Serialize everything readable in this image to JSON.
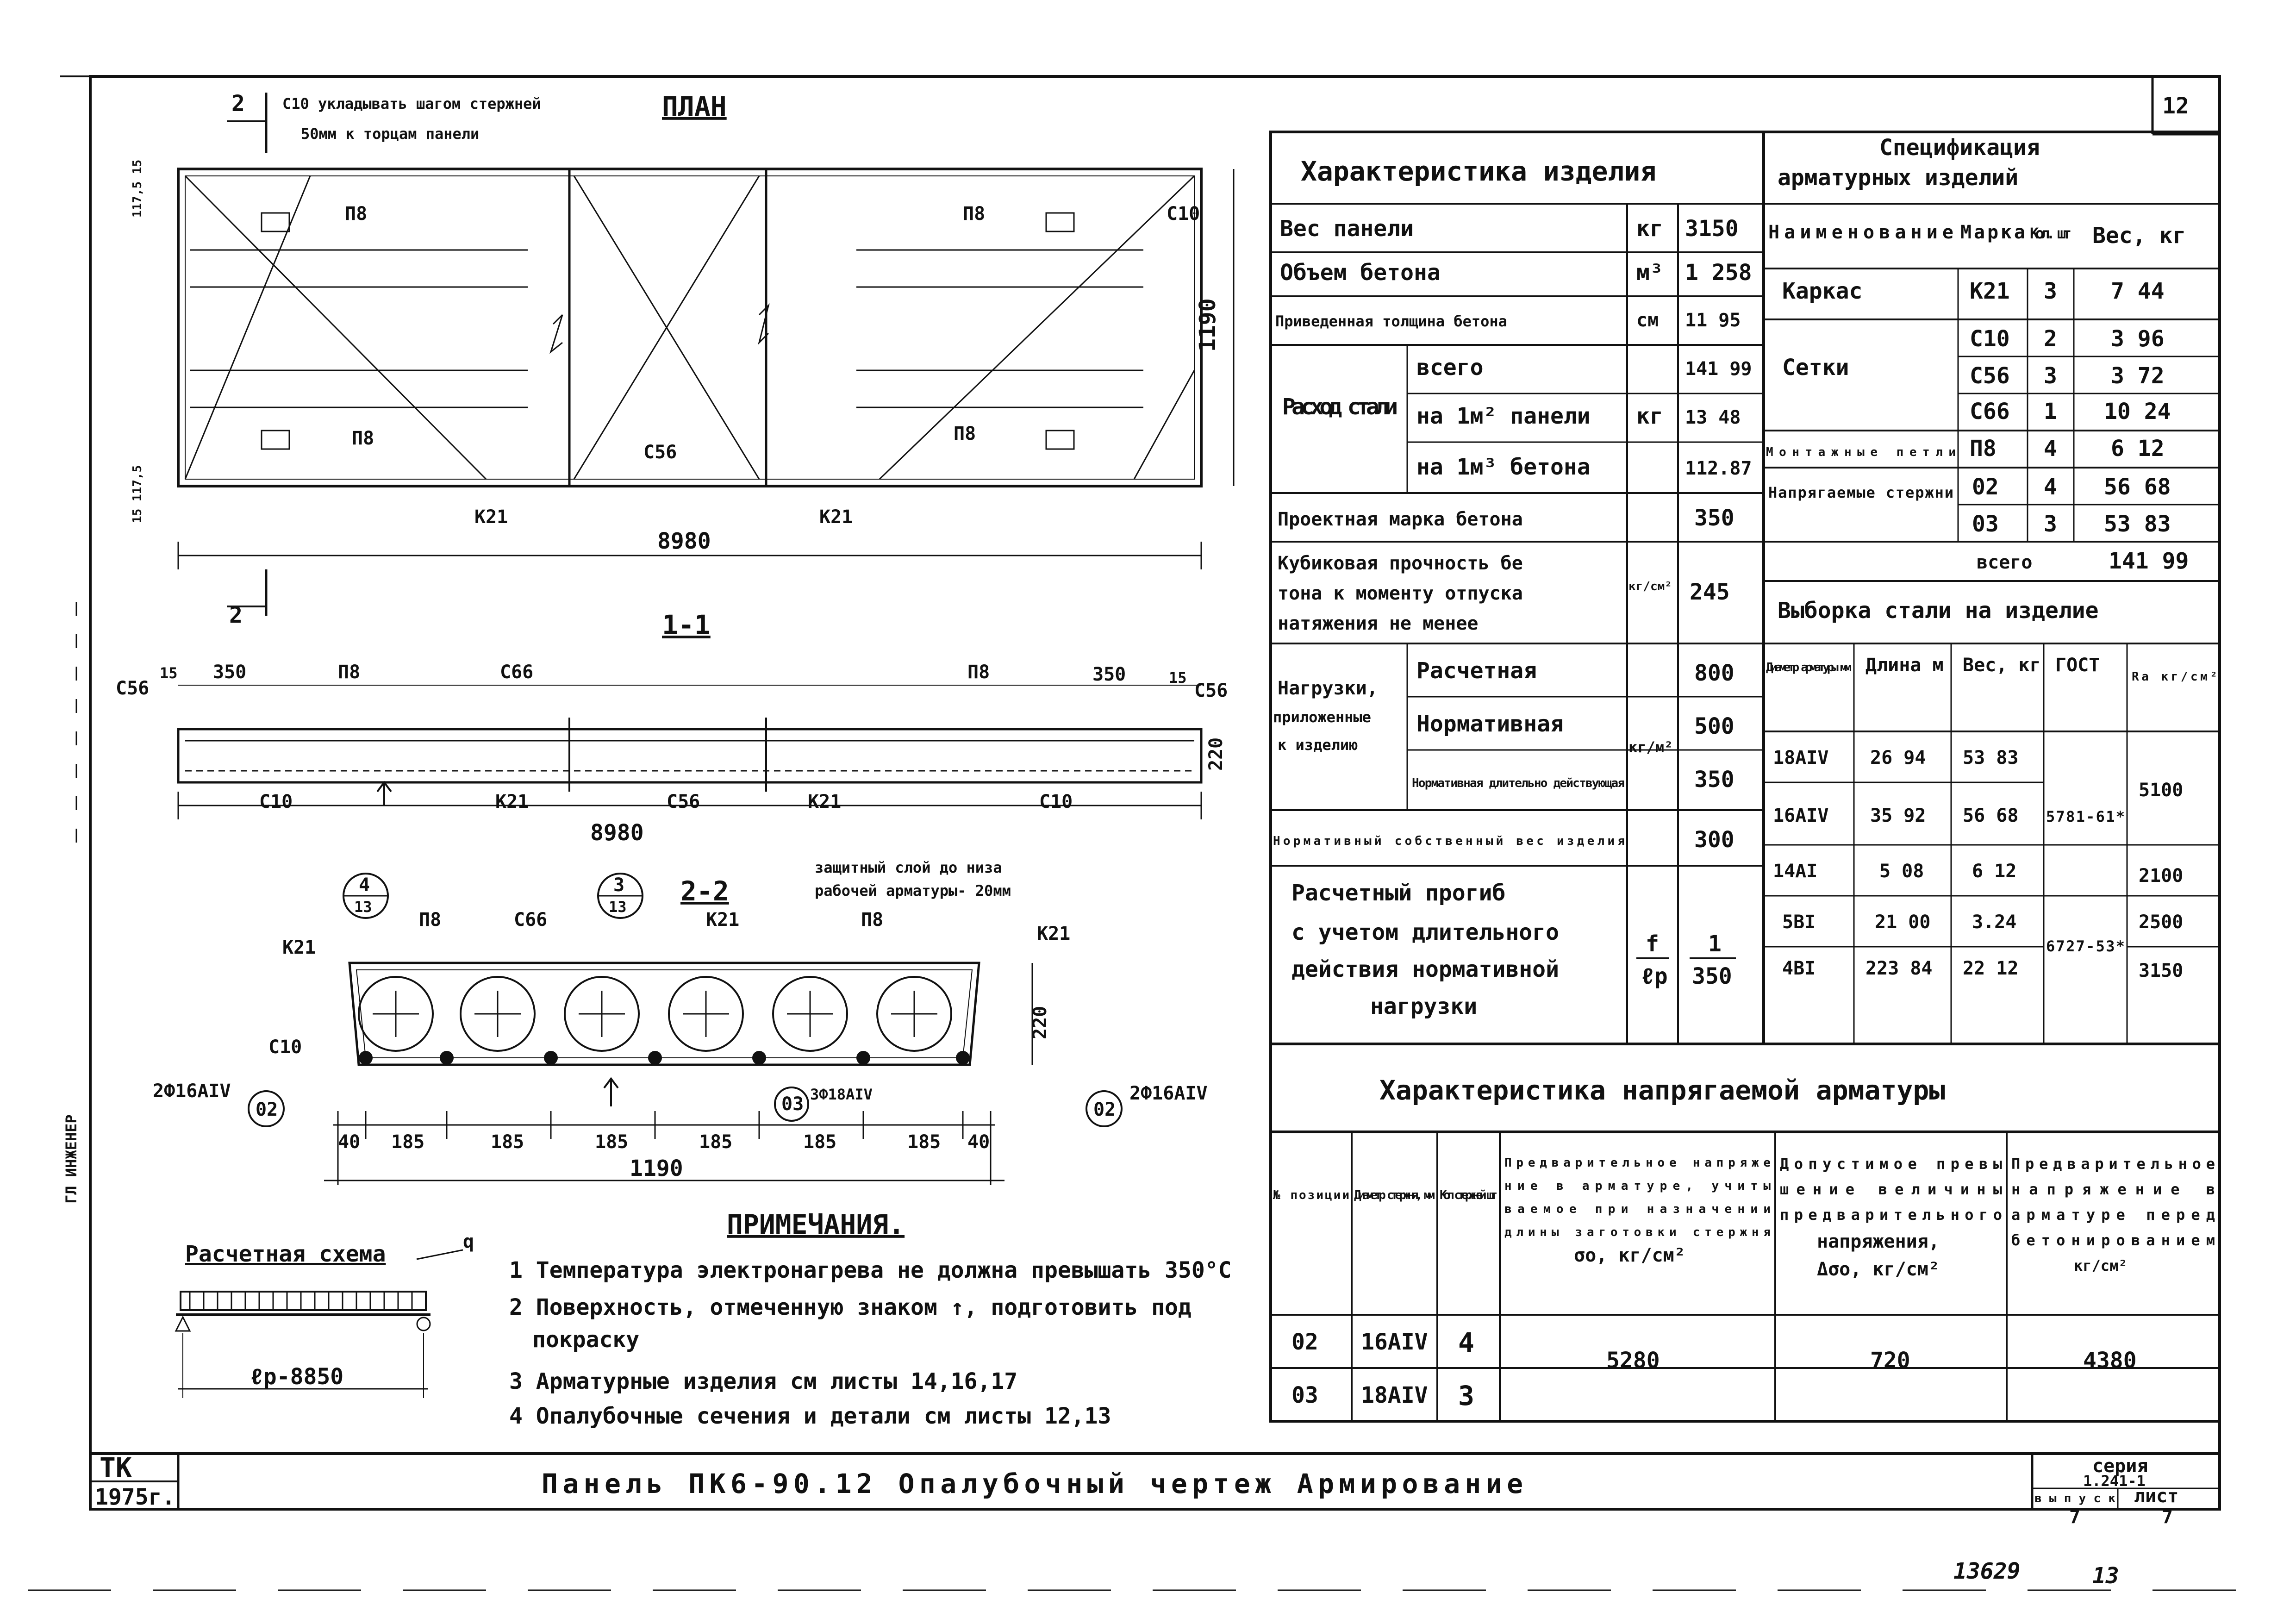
{
  "sheet_number": "12",
  "plan": {
    "title": "ПЛАН",
    "note_line1": "С10 укладывать шагом стержней",
    "note_line2": "50мм к торцам панели",
    "cut_mark": "2",
    "length": "8980",
    "width": "1190",
    "dim_left_top": "117,5 15",
    "dim_left_bottom": "15 117,5",
    "labels": {
      "p8": "П8",
      "c10": "С10",
      "c56": "С56",
      "k21": "К21"
    }
  },
  "section_1_1": {
    "title": "1-1",
    "dims": {
      "d15": "15",
      "d350": "350",
      "d220": "220",
      "d8980": "8980"
    },
    "labels": {
      "c56": "С56",
      "c66": "С66",
      "p8": "П8",
      "c10": "С10",
      "k21": "К21"
    },
    "note_line1": "защитный слой до низа",
    "note_line2": "рабочей арматуры- 20мм"
  },
  "section_2_2": {
    "title": "2-2",
    "callout_4": {
      "num": "4",
      "den": "13"
    },
    "callout_3": {
      "num": "3",
      "den": "13"
    },
    "labels": {
      "k21": "К21",
      "p8": "П8",
      "c66": "С66",
      "c10": "С10"
    },
    "bar_left": "2Ф16АIV",
    "bar_right": "2Ф16АIV",
    "bar_mid": "3Ф18АIV",
    "mark_02": "02",
    "mark_03": "03",
    "height": "220",
    "dims": [
      "40",
      "185",
      "185",
      "185",
      "185",
      "185",
      "185",
      "40"
    ],
    "width": "1190"
  },
  "calc_scheme": {
    "title": "Расчетная схема",
    "load": "q",
    "span": "ℓр-8850"
  },
  "notes": {
    "title": "ПРИМЕЧАНИЯ.",
    "items": [
      "1 Температура электронагрева не должна превышать 350°С",
      "2 Поверхность, отмеченную знаком ↑, подготовить под",
      "покраску",
      "3 Арматурные изделия см листы 14,16,17",
      "4 Опалубочные сечения и детали см листы 12,13"
    ]
  },
  "characteristics": {
    "title": "Характеристика изделия",
    "rows": [
      {
        "name": "Вес панели",
        "unit": "кг",
        "value": "3150"
      },
      {
        "name": "Объем бетона",
        "unit": "м³",
        "value": "1 258"
      },
      {
        "name": "Приведенная толщина бетона",
        "unit": "см",
        "value": "11 95"
      }
    ],
    "steel": {
      "name": "Расход стали",
      "unit": "кг",
      "rows": [
        {
          "name": "всего",
          "value": "141 99"
        },
        {
          "name": "на 1м² панели",
          "value": "13 48"
        },
        {
          "name": "на 1м³ бетона",
          "value": "112.87"
        }
      ]
    },
    "grade": {
      "name": "Проектная марка бетона",
      "value": "350"
    },
    "cube": {
      "line1": "Кубиковая прочность бе",
      "line2": "тона к моменту отпуска",
      "line3": "натяжения не менее",
      "unit": "кг/см²",
      "value": "245"
    },
    "loads": {
      "name_line1": "Нагрузки,",
      "name_line2": "приложенные",
      "name_line3": "к изделию",
      "unit": "кг/м²",
      "rows": [
        {
          "name": "Расчетная",
          "value": "800"
        },
        {
          "name": "Нормативная",
          "value": "500"
        },
        {
          "name": "Нормативная длительно действующая",
          "value": "350"
        }
      ]
    },
    "own_weight": {
      "name": "Нормативный собственный вес изделия",
      "value": "300"
    },
    "deflection": {
      "line1": "Расчетный прогиб",
      "line2": "с учетом длительного",
      "line3": "действия нормативной",
      "line4": "нагрузки",
      "unit_top": "f",
      "unit_bottom": "ℓр",
      "value_top": "1",
      "value_bottom": "350"
    }
  },
  "specification": {
    "title_line1": "Спецификация",
    "title_line2": "арматурных изделий",
    "headers": [
      "Наименование",
      "Марка",
      "Кол. шт",
      "Вес, кг"
    ],
    "groups": [
      {
        "name": "Каркас",
        "rows": [
          {
            "mark": "К21",
            "qty": "3",
            "weight": "7 44"
          }
        ]
      },
      {
        "name": "Сетки",
        "rows": [
          {
            "mark": "С10",
            "qty": "2",
            "weight": "3 96"
          },
          {
            "mark": "С56",
            "qty": "3",
            "weight": "3 72"
          },
          {
            "mark": "С66",
            "qty": "1",
            "weight": "10 24"
          }
        ]
      },
      {
        "name": "Монтажные петли",
        "rows": [
          {
            "mark": "П8",
            "qty": "4",
            "weight": "6 12"
          }
        ]
      },
      {
        "name": "Напрягаемые стержни",
        "rows": [
          {
            "mark": "02",
            "qty": "4",
            "weight": "56 68"
          },
          {
            "mark": "03",
            "qty": "3",
            "weight": "53 83"
          }
        ]
      }
    ],
    "total_label": "всего",
    "total_value": "141 99"
  },
  "steel_sample": {
    "title": "Выборка стали на изделие",
    "headers": [
      "Диаметр арматуры мм",
      "Длина м",
      "Вес, кг",
      "ГОСТ",
      "Rа кг/см²"
    ],
    "rows": [
      {
        "d": "18АIV",
        "len": "26 94",
        "w": "53 83"
      },
      {
        "d": "16АIV",
        "len": "35 92",
        "w": "56 68"
      },
      {
        "d": "14АI",
        "len": "5 08",
        "w": "6 12"
      },
      {
        "d": "5ВI",
        "len": "21 00",
        "w": "3.24"
      },
      {
        "d": "4ВI",
        "len": "223 84",
        "w": "22 12"
      }
    ],
    "gost1": "5781-61*",
    "gost2": "6727-53*",
    "ra": [
      "5100",
      "2100",
      "2500",
      "3150"
    ]
  },
  "prestress": {
    "title": "Характеристика напрягаемой арматуры",
    "headers": {
      "pos": "№ позиции",
      "diam": "Диаметр стержня, мм",
      "qty": "Кол стержней шт",
      "pre_line1": "Предварительное напряже",
      "pre_line2": "ние в арматуре, учиты",
      "pre_line3": "ваемое при назначении",
      "pre_line4": "длины заготовки стержня",
      "pre_line5": "σо, кг/см²",
      "exc_line1": "Допустимое превы",
      "exc_line2": "шение величины",
      "exc_line3": "предварительного",
      "exc_line4": "напряжения,",
      "exc_line5": "Δσо, кг/см²",
      "bef_line1": "Предварительное",
      "bef_line2": "напряжение в",
      "bef_line3": "арматуре перед",
      "bef_line4": "бетонированием",
      "bef_line5": "кг/см²"
    },
    "rows": [
      {
        "pos": "02",
        "diam": "16АIV",
        "qty": "4"
      },
      {
        "pos": "03",
        "diam": "18АIV",
        "qty": "3"
      }
    ],
    "sigma0": "5280",
    "delta": "720",
    "before": "4380"
  },
  "title_block": {
    "org": "ТК",
    "year": "1975г.",
    "title": "Панель ПК6-90.12 Опалубочный чертеж Армирование",
    "series_label": "серия",
    "series": "1.241-1",
    "issue_label": "выпуск",
    "issue": "7",
    "sheet_label": "лист",
    "sheet": "7"
  },
  "stamps": {
    "inv": "13629",
    "page": "13"
  },
  "side_stamp": "ГЛ ИНЖЕНЕР"
}
